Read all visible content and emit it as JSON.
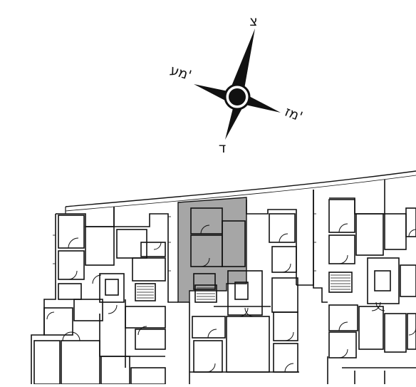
{
  "compass": {
    "north": "צ",
    "south": "ד",
    "west": "מע'",
    "east": "מז'"
  },
  "colors": {
    "line": "#111111",
    "highlight": "#a6a6a6",
    "background": "#ffffff"
  },
  "plan": {
    "highlighted_unit": "gray-shaded-apartment"
  }
}
